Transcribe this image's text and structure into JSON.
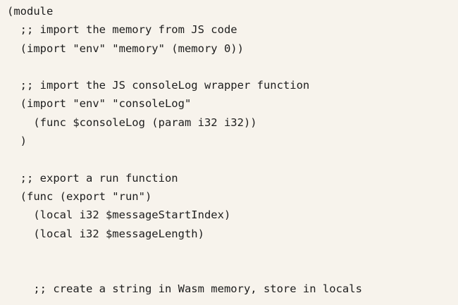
{
  "code_snippet": {
    "lines": [
      "(module",
      "  ;; import the memory from JS code",
      "  (import \"env\" \"memory\" (memory 0))",
      "",
      "  ;; import the JS consoleLog wrapper function",
      "  (import \"env\" \"consoleLog\"",
      "    (func $consoleLog (param i32 i32))",
      "  )",
      "",
      "  ;; export a run function",
      "  (func (export \"run\")",
      "    (local i32 $messageStartIndex)",
      "    (local i32 $messageLength)",
      "",
      "",
      "    ;; create a string in Wasm memory, store in locals"
    ],
    "colors": {
      "background": "#f7f3ec",
      "text": "#1d1d1d"
    }
  }
}
